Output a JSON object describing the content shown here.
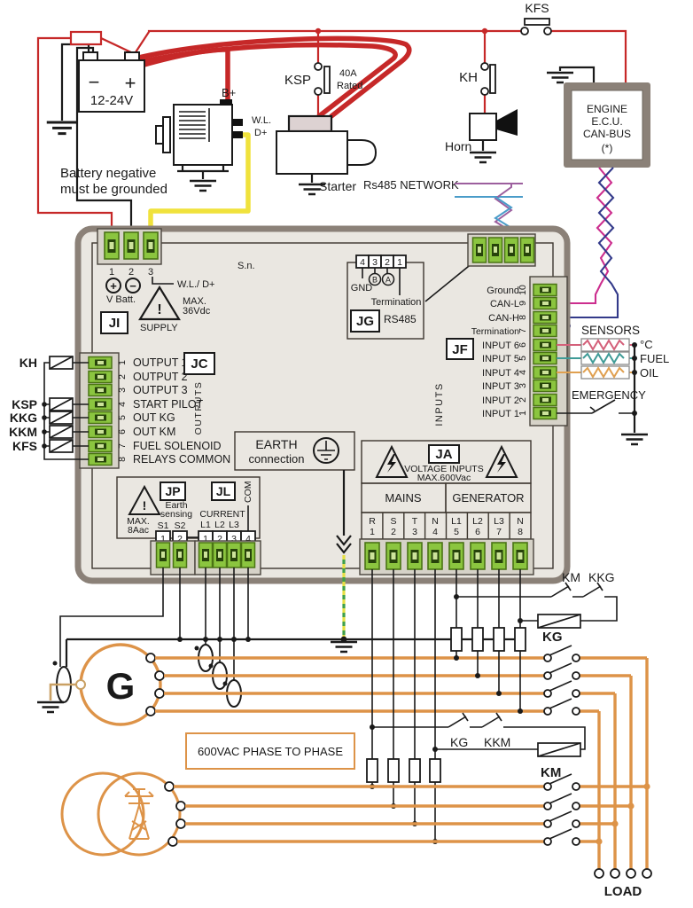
{
  "colors": {
    "wire_red": "#c62828",
    "wire_yellow": "#f0e23c",
    "wire_orange": "#dd9348",
    "wire_tan": "#c9a063",
    "can_l": "#cc2e8e",
    "can_h": "#333a8a",
    "rs485_purple": "#9c5f9e",
    "rs485_blue": "#4a9cc9",
    "sensor_temp": "#d4607a",
    "sensor_fuel": "#3f9b97",
    "sensor_oil": "#e0a050",
    "terminal_green": "#8bc53f",
    "case_border": "#8b8178",
    "earth_dash_yellow": "#e6df43",
    "earth_dash_green": "#3fa048"
  },
  "top": {
    "battery": {
      "minus": "−",
      "plus": "+",
      "voltage": "12-24V",
      "note1": "Battery negative",
      "note2": "must  be grounded"
    },
    "alternator": {
      "bplus": "B+",
      "wl": "W.L.",
      "dplus": "D+"
    },
    "starter": {
      "label": "Starter"
    },
    "ksp": {
      "label": "KSP",
      "rating1": "40A",
      "rating2": "Rated"
    },
    "kfs": {
      "label": "KFS"
    },
    "kh": {
      "label": "KH"
    },
    "horn": {
      "label": "Horn"
    },
    "ecu": {
      "line1": "ENGINE",
      "line2": "E.C.U.",
      "line3": "CAN-BUS",
      "line4": "(*)"
    },
    "rs485": {
      "label": "Rs485 NETWORK"
    }
  },
  "controller": {
    "serial": "S.n.",
    "supply": {
      "pin1": "1",
      "pin2": "2",
      "pin3": "3",
      "plus": "+",
      "minus": "−",
      "vbatt": "V Batt.",
      "ji": "JI",
      "warn": "!",
      "max": "MAX.",
      "vdc": "36Vdc",
      "supply": "SUPPLY",
      "wld": "W.L./ D+"
    },
    "jg": {
      "pin4": "4",
      "pin3": "3",
      "pin2": "2",
      "pin1": "1",
      "b": "B",
      "a": "A",
      "gnd": "GND",
      "termination": "Termination",
      "jg": "JG",
      "rs485": "RS485"
    },
    "jf": {
      "jf": "JF",
      "vertical": "INPUTS",
      "rows": [
        {
          "n": "10",
          "l": "Ground"
        },
        {
          "n": "9",
          "l": "CAN-L"
        },
        {
          "n": "8",
          "l": "CAN-H"
        },
        {
          "n": "7",
          "l": "Termination"
        },
        {
          "n": "6",
          "l": "INPUT 6"
        },
        {
          "n": "5",
          "l": "INPUT 5"
        },
        {
          "n": "4",
          "l": "INPUT 4"
        },
        {
          "n": "3",
          "l": "INPUT 3"
        },
        {
          "n": "2",
          "l": "INPUT 2"
        },
        {
          "n": "1",
          "l": "INPUT 1"
        }
      ]
    },
    "sensors": {
      "title": "SENSORS",
      "temp": "°C",
      "fuel": "FUEL",
      "oil": "OIL",
      "emergency": "EMERGENCY"
    },
    "jc": {
      "jc": "JC",
      "vertical": "OUTPUTS",
      "rows": [
        {
          "n": "1",
          "l": "OUTPUT 1"
        },
        {
          "n": "2",
          "l": "OUTPUT 2"
        },
        {
          "n": "3",
          "l": "OUTPUT 3"
        },
        {
          "n": "4",
          "l": "START PILOT"
        },
        {
          "n": "5",
          "l": "OUT KG"
        },
        {
          "n": "6",
          "l": "OUT KM"
        },
        {
          "n": "7",
          "l": "FUEL SOLENOID"
        },
        {
          "n": "8",
          "l": "RELAYS COMMON"
        }
      ]
    },
    "relays": {
      "kh": "KH",
      "ksp": "KSP",
      "kkg": "KKG",
      "kkm": "KKM",
      "kfs": "KFS"
    },
    "earth": {
      "line1": "EARTH",
      "line2": "connection"
    },
    "jp": {
      "jp": "JP",
      "warn": "!",
      "max": "MAX.",
      "amps": "8Aac",
      "earth1": "Earth",
      "earth2": "sensing",
      "s1": "S1",
      "s2": "S2",
      "t1": "1",
      "t2": "2"
    },
    "jl": {
      "jl": "JL",
      "current": "CURRENT",
      "l1": "L1",
      "l2": "L2",
      "l3": "L3",
      "com": "COM",
      "t1": "1",
      "t2": "2",
      "t3": "3",
      "t4": "4"
    },
    "ja": {
      "ja": "JA",
      "title1": "VOLTAGE INPUTS",
      "title2": "MAX.600Vac",
      "mains": "MAINS",
      "generator": "GENERATOR",
      "cells": [
        {
          "t": "R",
          "n": "1"
        },
        {
          "t": "S",
          "n": "2"
        },
        {
          "t": "T",
          "n": "3"
        },
        {
          "t": "N",
          "n": "4"
        },
        {
          "t": "L1",
          "n": "5"
        },
        {
          "t": "L2",
          "n": "6"
        },
        {
          "t": "L3",
          "n": "7"
        },
        {
          "t": "N",
          "n": "8"
        }
      ]
    }
  },
  "power": {
    "generator": "G",
    "km_contact": "KM",
    "kkg_contact": "KKG",
    "kg_coil": "KG",
    "kg_contact": "KG",
    "kkm_contact": "KKM",
    "km_coil": "KM",
    "phase_note": "600VAC PHASE TO PHASE",
    "load": "LOAD"
  }
}
